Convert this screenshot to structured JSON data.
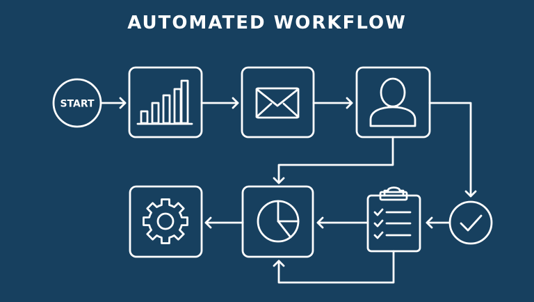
{
  "title": "AUTOMATED WORKFLOW",
  "colors": {
    "background": "#17405f",
    "stroke": "#ffffff"
  },
  "nodes": {
    "start": {
      "label": "START",
      "icon": "circle"
    },
    "analytics": {
      "icon": "bar-chart-icon"
    },
    "email": {
      "icon": "envelope-icon"
    },
    "user": {
      "icon": "user-icon"
    },
    "approval": {
      "icon": "checkmark-icon"
    },
    "checklist": {
      "icon": "clipboard-checklist-icon"
    },
    "report": {
      "icon": "pie-chart-icon"
    },
    "settings": {
      "icon": "gear-icon"
    }
  },
  "edges": [
    [
      "start",
      "analytics"
    ],
    [
      "analytics",
      "email"
    ],
    [
      "email",
      "user"
    ],
    [
      "user",
      "approval"
    ],
    [
      "user",
      "report"
    ],
    [
      "approval",
      "checklist"
    ],
    [
      "checklist",
      "report"
    ],
    [
      "report",
      "settings"
    ],
    [
      "checklist",
      "report"
    ]
  ]
}
